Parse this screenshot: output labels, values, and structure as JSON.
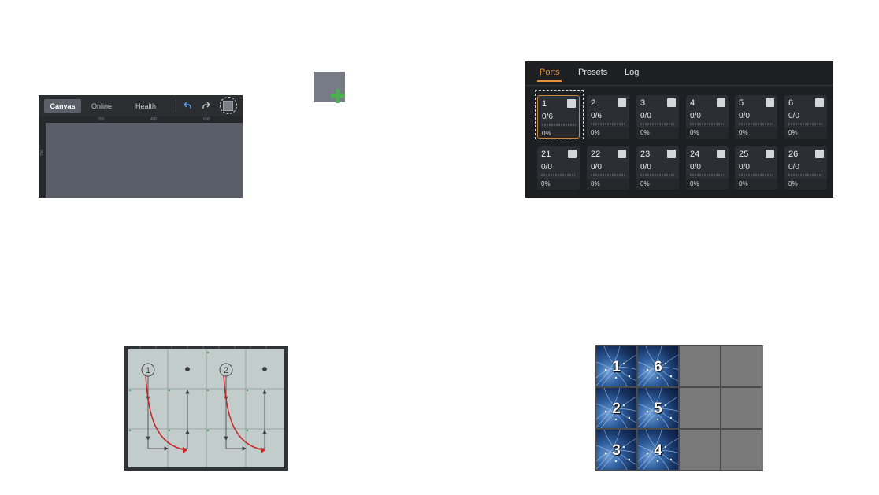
{
  "editor": {
    "tabs": [
      {
        "label": "Canvas",
        "active": true
      },
      {
        "label": "Online",
        "active": false
      },
      {
        "label": "Health",
        "active": false
      }
    ],
    "ruler_top": [
      "200",
      "400",
      "600"
    ],
    "ruler_left": [
      "200"
    ],
    "undo_icon": "undo-icon",
    "redo_icon": "redo-icon",
    "add_icon": "add-window-icon"
  },
  "ports_panel": {
    "tabs": [
      {
        "label": "Ports",
        "active": true
      },
      {
        "label": "Presets",
        "active": false
      },
      {
        "label": "Log",
        "active": false
      }
    ],
    "accent": "#e8923a",
    "rows": [
      [
        {
          "num": "1",
          "value": "0/6",
          "percent": "0%",
          "selected": true
        },
        {
          "num": "2",
          "value": "0/6",
          "percent": "0%"
        },
        {
          "num": "3",
          "value": "0/0",
          "percent": "0%"
        },
        {
          "num": "4",
          "value": "0/0",
          "percent": "0%"
        },
        {
          "num": "5",
          "value": "0/0",
          "percent": "0%"
        },
        {
          "num": "6",
          "value": "0/0",
          "percent": "0%"
        }
      ],
      [
        {
          "num": "21",
          "value": "0/0",
          "percent": "0%"
        },
        {
          "num": "22",
          "value": "0/0",
          "percent": "0%"
        },
        {
          "num": "23",
          "value": "0/0",
          "percent": "0%"
        },
        {
          "num": "24",
          "value": "0/0",
          "percent": "0%"
        },
        {
          "num": "25",
          "value": "0/0",
          "percent": "0%"
        },
        {
          "num": "26",
          "value": "0/0",
          "percent": "0%"
        }
      ]
    ]
  },
  "diagram": {
    "markers": [
      "1",
      "2"
    ]
  },
  "tile_grid": {
    "columns": [
      [
        "1",
        "2",
        "3"
      ],
      [
        "6",
        "5",
        "4"
      ]
    ]
  }
}
